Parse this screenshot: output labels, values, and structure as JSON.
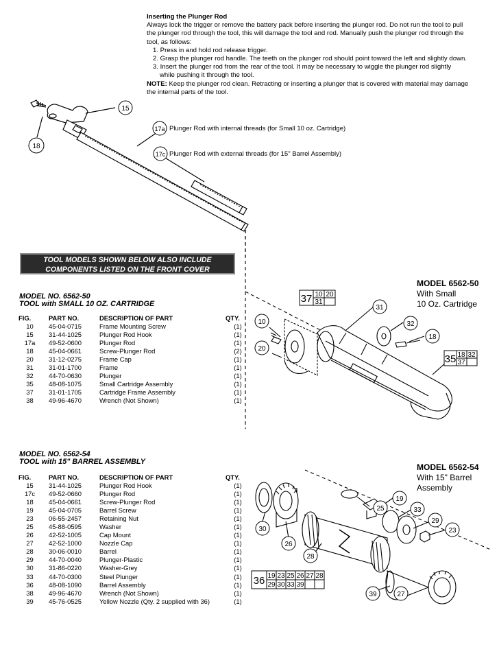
{
  "instructions": {
    "heading": "Inserting the Plunger Rod",
    "para": [
      "Always lock the trigger or remove the battery pack before inserting the plunger rod. Do not run the tool to pull",
      "the plunger rod through the tool, this will damage the tool and rod. Manually push the plunger rod through the",
      "tool, as follows:"
    ],
    "step1": "1. Press in and hold rod release trigger.",
    "step2": "2. Grasp the plunger rod handle. The teeth on the plunger rod should point toward the left and slightly down.",
    "step3": "3. Insert the plunger rod from the rear of the tool. It may be necessary to wiggle the plunger rod slightly",
    "step3b": "while pushing it through the tool.",
    "note_label": "NOTE:",
    "note_text": " Keep the plunger rod clean. Retracting or inserting a plunger that is covered with material may damage",
    "note_text2": "the internal parts of the tool."
  },
  "top_diagram": {
    "callout_15": "15",
    "callout_18": "18",
    "callout_17a": "17a",
    "callout_17c": "17c",
    "label_17a": "Plunger Rod with internal threads (for Small 10 oz. Cartridge)",
    "label_17c": "Plunger Rod with external threads (for 15\" Barrel Assembly)"
  },
  "banner": {
    "line1": "TOOL MODELS SHOWN BELOW ALSO INCLUDE",
    "line2": "COMPONENTS LISTED ON THE FRONT COVER"
  },
  "headers": {
    "fig": "FIG.",
    "part": "PART NO.",
    "desc": "DESCRIPTION OF PART",
    "qty": "QTY."
  },
  "model_50": {
    "title": "MODEL NO. 6562-50",
    "subtitle": "TOOL with SMALL 10 OZ. CARTRIDGE",
    "rows": [
      [
        "10",
        "45-04-0715",
        "Frame Mounting Screw",
        "(1)"
      ],
      [
        "15",
        "31-44-1025",
        "Plunger Rod Hook",
        "(1)"
      ],
      [
        "17a",
        "49-52-0600",
        "Plunger Rod",
        "(1)"
      ],
      [
        "18",
        "45-04-0661",
        "Screw-Plunger Rod",
        "(2)"
      ],
      [
        "20",
        "31-12-0275",
        "Frame Cap",
        "(1)"
      ],
      [
        "31",
        "31-01-1700",
        "Frame",
        "(1)"
      ],
      [
        "32",
        "44-70-0630",
        "Plunger",
        "(1)"
      ],
      [
        "35",
        "48-08-1075",
        "Small Cartridge Assembly",
        "(1)"
      ],
      [
        "37",
        "31-01-1705",
        "Cartridge Frame Assembly",
        "(1)"
      ],
      [
        "38",
        "49-96-4670",
        "Wrench (Not Shown)",
        "(1)"
      ]
    ]
  },
  "model_54": {
    "title": "MODEL NO. 6562-54",
    "subtitle": "TOOL with 15\" BARREL ASSEMBLY",
    "rows": [
      [
        "15",
        "31-44-1025",
        "Plunger Rod Hook",
        "(1)"
      ],
      [
        "17c",
        "49-52-0660",
        "Plunger Rod",
        "(1)"
      ],
      [
        "18",
        "45-04-0661",
        "Screw-Plunger Rod",
        "(1)"
      ],
      [
        "19",
        "45-04-0705",
        "Barrel Screw",
        "(1)"
      ],
      [
        "23",
        "06-55-2457",
        "Retaining Nut",
        "(1)"
      ],
      [
        "25",
        "45-88-0595",
        "Washer",
        "(1)"
      ],
      [
        "26",
        "42-52-1005",
        "Cap Mount",
        "(1)"
      ],
      [
        "27",
        "42-52-1000",
        "Nozzle Cap",
        "(1)"
      ],
      [
        "28",
        "30-06-0010",
        "Barrel",
        "(1)"
      ],
      [
        "29",
        "44-70-0040",
        "Plunger-Plastic",
        "(1)"
      ],
      [
        "30",
        "31-86-0220",
        "Washer-Grey",
        "(1)"
      ],
      [
        "33",
        "44-70-0300",
        "Steel Plunger",
        "(1)"
      ],
      [
        "36",
        "48-08-1090",
        "Barrel Assembly",
        "(1)"
      ],
      [
        "38",
        "49-96-4670",
        "Wrench (Not Shown)",
        "(1)"
      ],
      [
        "39",
        "45-76-0525",
        "Yellow Nozzle (Qty. 2 supplied with 36)",
        "(1)"
      ]
    ]
  },
  "right_50": {
    "title": "MODEL  6562-50",
    "line2": "With Small",
    "line3": "10 Oz. Cartridge",
    "box37": {
      "big": "37",
      "cells": [
        "10",
        "20",
        "31",
        ""
      ]
    },
    "box35": {
      "big": "35",
      "cells": [
        "18",
        "32",
        "37",
        ""
      ]
    },
    "callouts": {
      "c10": "10",
      "c20": "20",
      "c31": "31",
      "c32": "32",
      "c18": "18"
    }
  },
  "right_54": {
    "title": "MODEL  6562-54",
    "line2": "With 15\" Barrel",
    "line3": "Assembly",
    "box36": {
      "big": "36",
      "row1": [
        "19",
        "23",
        "25",
        "26",
        "27",
        "28"
      ],
      "row2": [
        "29",
        "30",
        "33",
        "39",
        "",
        ""
      ]
    },
    "callouts": {
      "c25": "25",
      "c19": "19",
      "c33": "33",
      "c29": "29",
      "c23": "23",
      "c30": "30",
      "c26": "26",
      "c28": "28",
      "c39": "39",
      "c27": "27"
    }
  }
}
